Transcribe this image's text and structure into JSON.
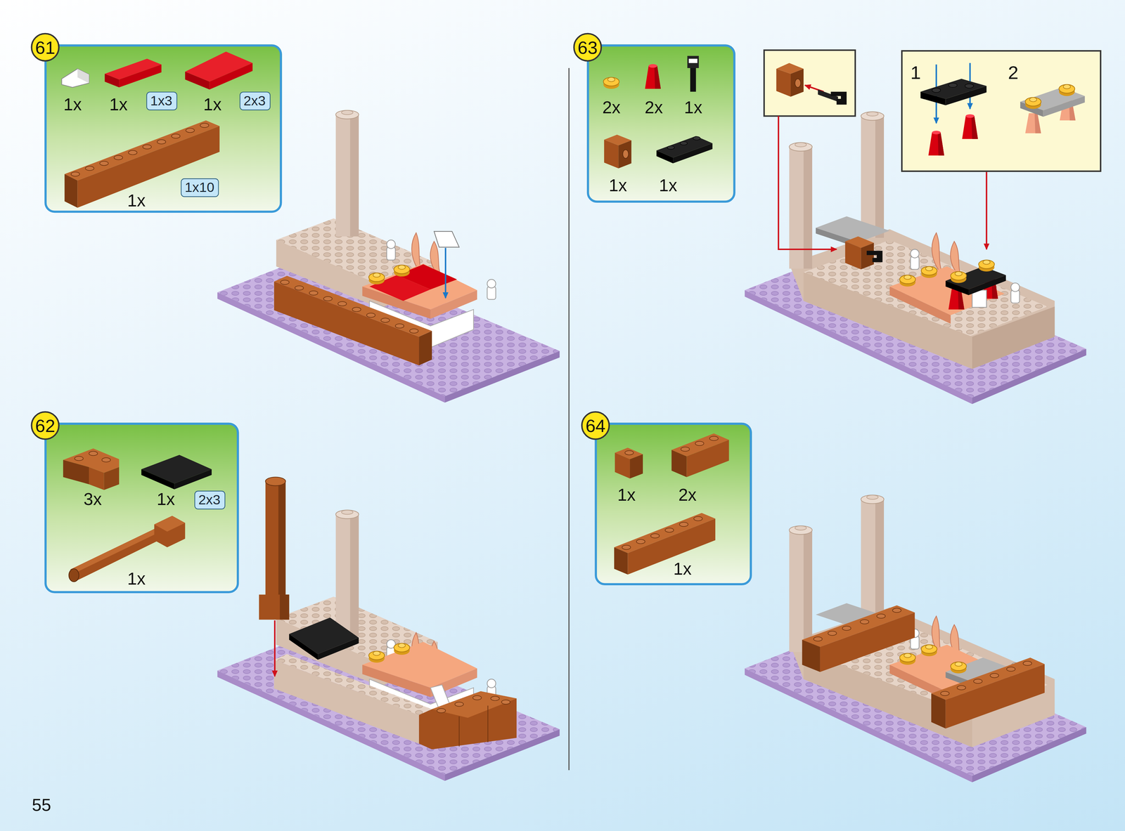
{
  "diagram": {
    "nodes": [
      {
        "text": [
          "61"
        ]
      },
      {
        "text": [
          "1x3"
        ],
        "in": 0
      },
      {
        "text": [
          "2x3"
        ],
        "in": 0
      },
      {
        "text": [
          "1x10"
        ],
        "in": 0
      },
      {
        "text": [
          "62"
        ]
      },
      {
        "text": [
          "2x3"
        ],
        "in": 4
      },
      {
        "text": [
          "63"
        ]
      },
      {
        "text": [
          "1",
          "2"
        ]
      },
      {
        "text": [
          "64"
        ]
      }
    ],
    "labels": [
      "1x",
      "1x",
      "1x",
      "1x",
      "3x",
      "1x",
      "1x",
      "2x",
      "2x",
      "1x",
      "1x",
      "1x",
      "1x",
      "2x",
      "1x",
      "55"
    ]
  }
}
